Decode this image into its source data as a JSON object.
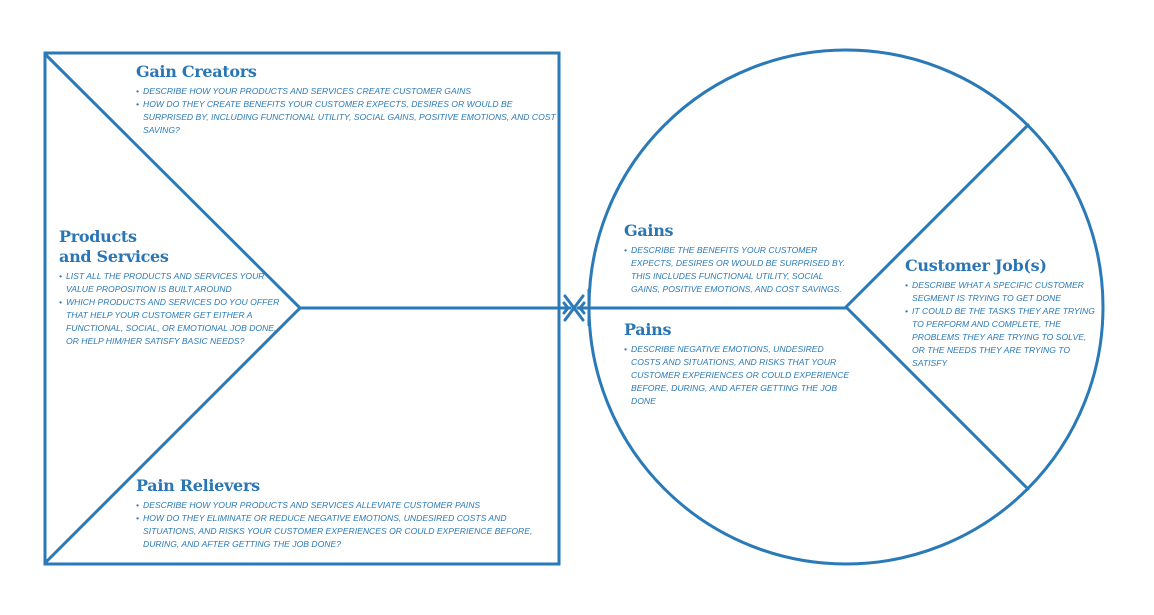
{
  "colors": {
    "stroke": "#2a7ab8",
    "text": "#2a76b4"
  },
  "gain_creators": {
    "title": "Gain Creators",
    "bullets": [
      "Describe how your products and services create customer gains",
      "How do they create benefits your customer expects, desires or would be surprised by, including functional utility, social gains, positive emotions, and cost saving?"
    ]
  },
  "products_services": {
    "title_line1": "Products",
    "title_line2": "and Services",
    "bullets": [
      "List all the products and services your value proposition is built around",
      "Which products and services do you offer that help your customer get either a functional, social, or emotional job done, or help him/her satisfy basic needs?"
    ]
  },
  "pain_relievers": {
    "title": "Pain Relievers",
    "bullets": [
      "Describe how your products and services alleviate customer pains",
      "How do they eliminate or reduce negative emotions, undesired costs and situations, and risks your customer experiences or could experience before, during, and after getting the job done?"
    ]
  },
  "gains": {
    "title": "Gains",
    "bullets": [
      "Describe the benefits your customer expects, desires or would be surprised by. This includes functional utility, social gains, positive emotions, and cost savings."
    ]
  },
  "pains": {
    "title": "Pains",
    "bullets": [
      "Describe negative emotions, undesired costs and situations, and risks that your customer experiences or could experience before, during, and after getting the job done"
    ]
  },
  "customer_jobs": {
    "title": "Customer Job(s)",
    "bullets": [
      "Describe what a specific customer segment is trying to get done",
      "It could be the tasks they are trying to perform and complete, the problems they are trying to solve, or the needs they are trying to satisfy"
    ]
  }
}
